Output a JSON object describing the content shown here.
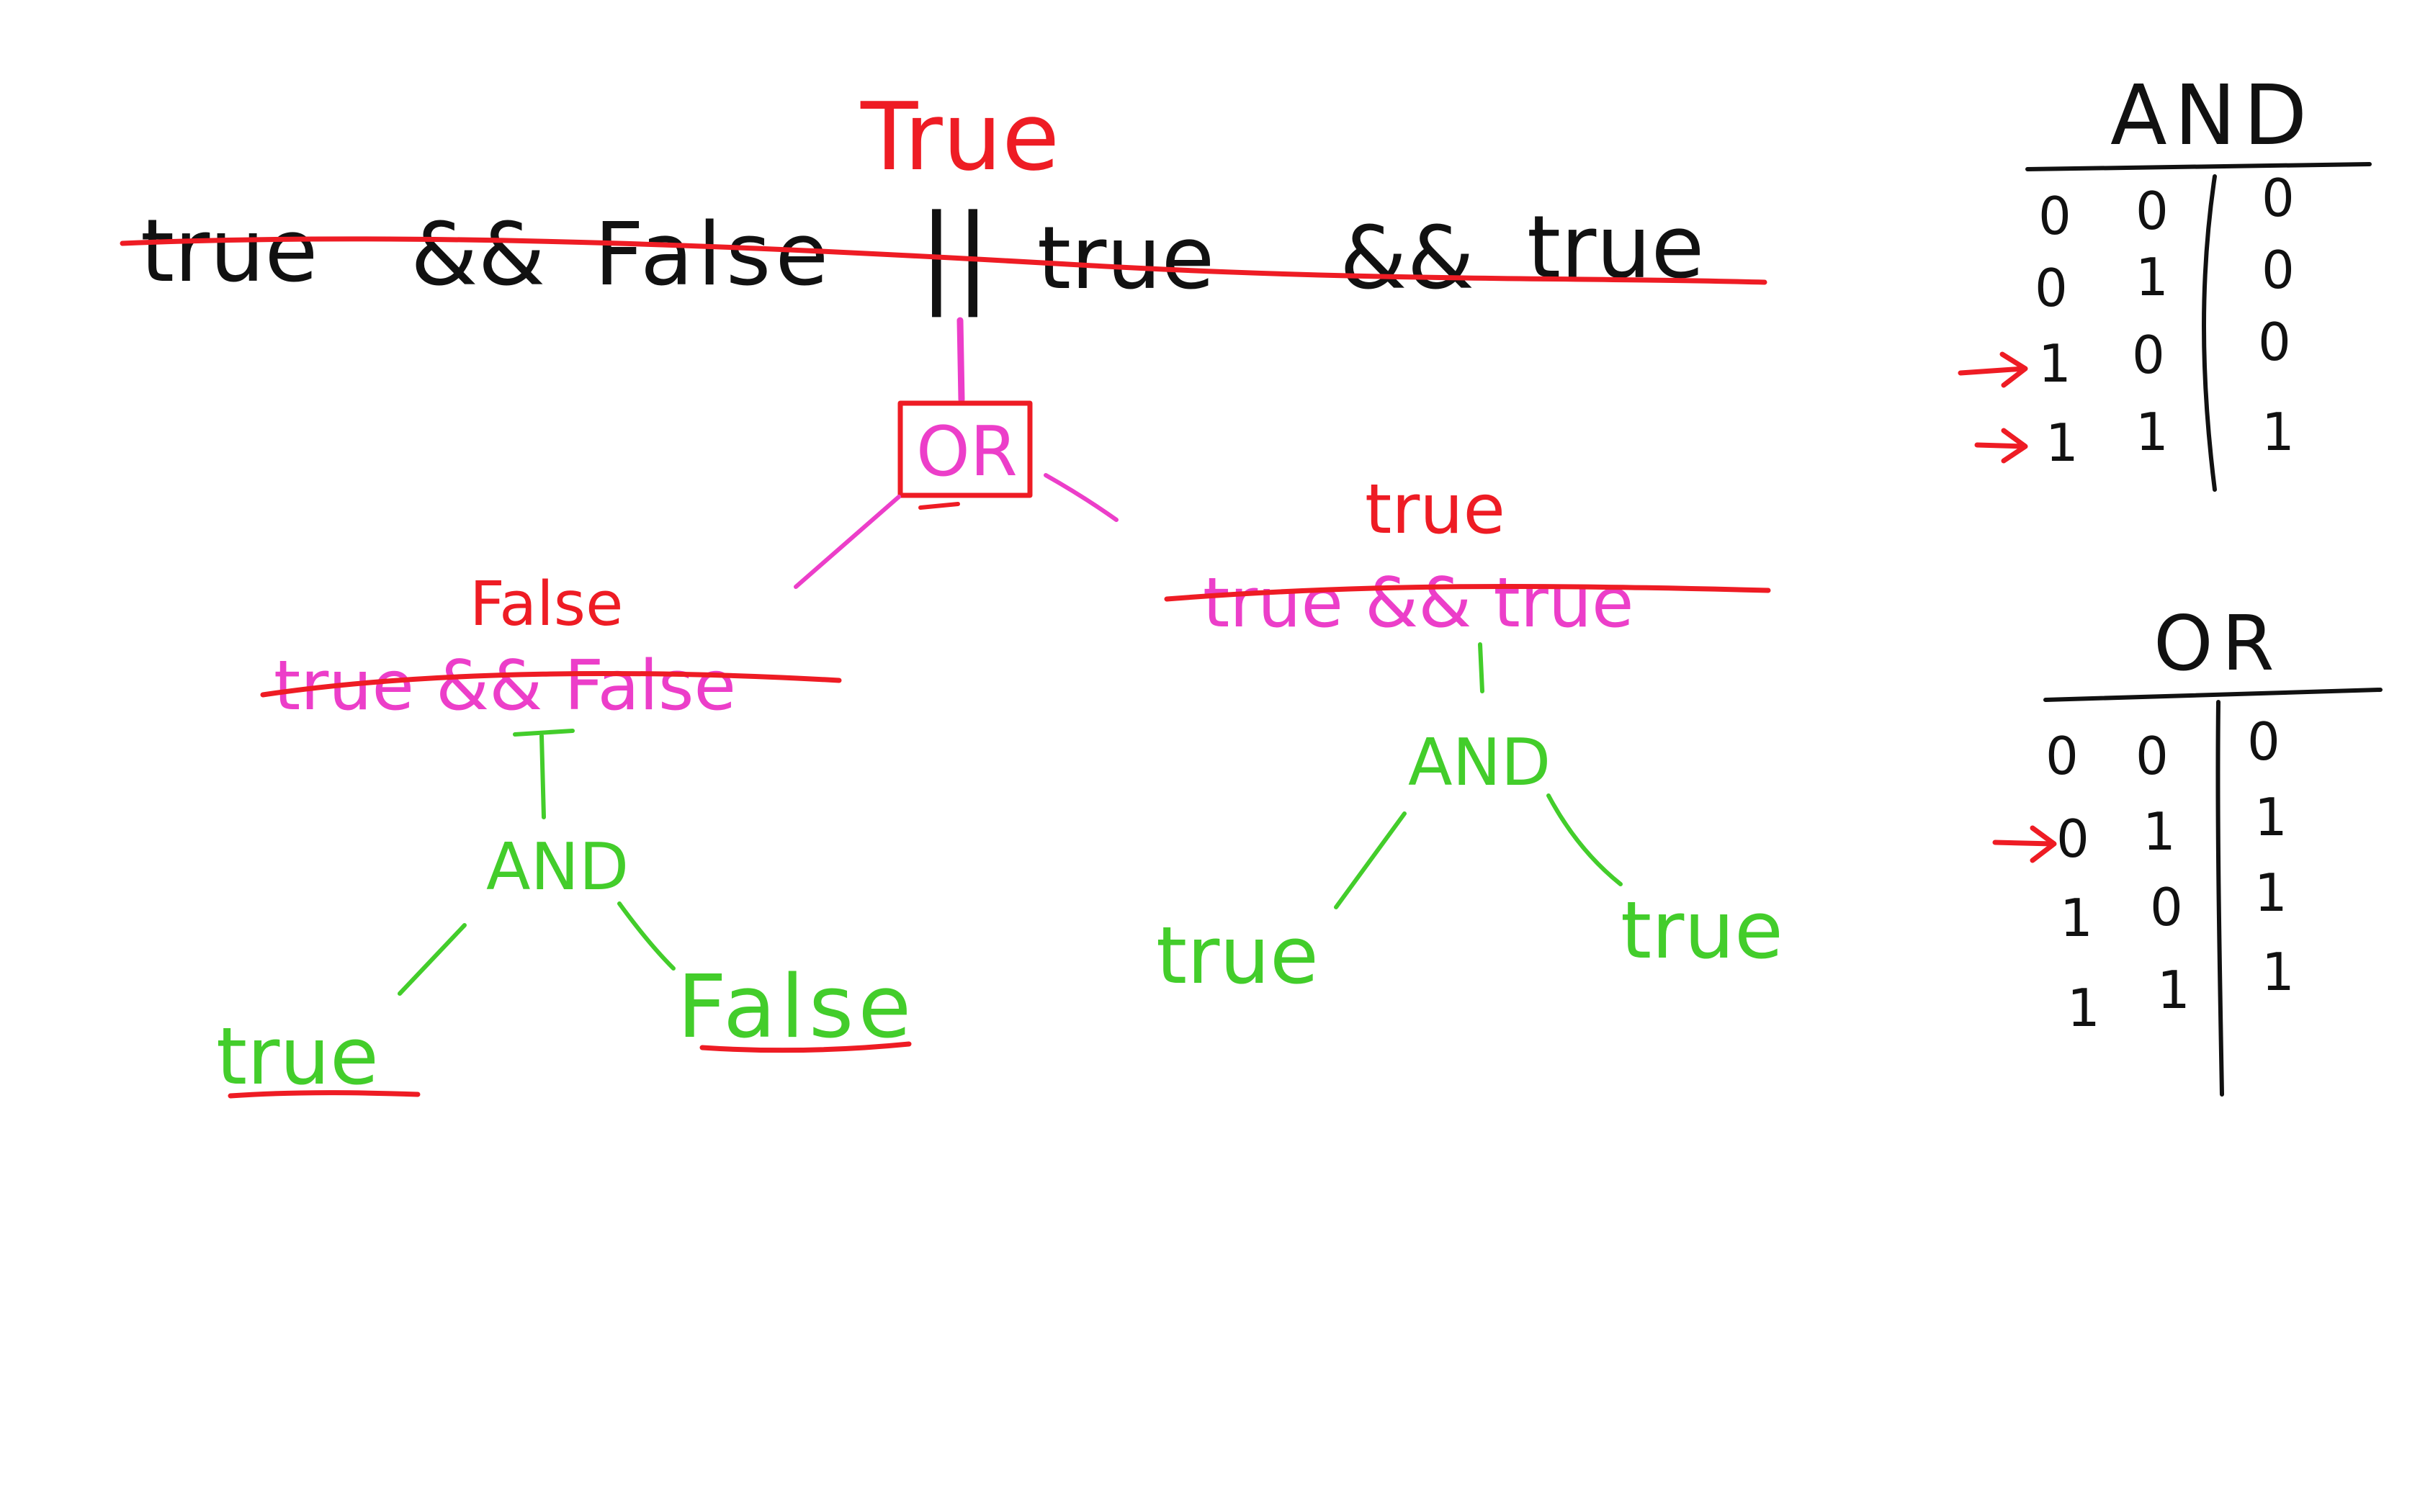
{
  "colors": {
    "ink": "#111111",
    "red": "#ee1c24",
    "magenta": "#ec3ec9",
    "green": "#43cd2b",
    "background": "#ffffff"
  },
  "expression": {
    "result_label": "True",
    "tokens": [
      "true",
      "&&",
      "False",
      "||",
      "true",
      "&&",
      "true"
    ]
  },
  "tree": {
    "root_label": "OR",
    "left": {
      "result_label": "False",
      "expression": "true && False",
      "node_label": "AND",
      "leaf_left": "true",
      "leaf_right": "False"
    },
    "right": {
      "result_label": "true",
      "expression": "true && true",
      "node_label": "AND",
      "leaf_left": "true",
      "leaf_right": "true"
    }
  },
  "truth_tables": {
    "and": {
      "title": "AND",
      "rows": [
        [
          "0",
          "0",
          "0"
        ],
        [
          "0",
          "1",
          "0"
        ],
        [
          "1",
          "0",
          "0"
        ],
        [
          "1",
          "1",
          "1"
        ]
      ],
      "arrows_on_rows": [
        2,
        3
      ]
    },
    "or": {
      "title": "OR",
      "rows": [
        [
          "0",
          "0",
          "0"
        ],
        [
          "0",
          "1",
          "1"
        ],
        [
          "1",
          "0",
          "1"
        ],
        [
          "1",
          "1",
          "1"
        ]
      ],
      "arrows_on_rows": [
        1
      ]
    }
  }
}
